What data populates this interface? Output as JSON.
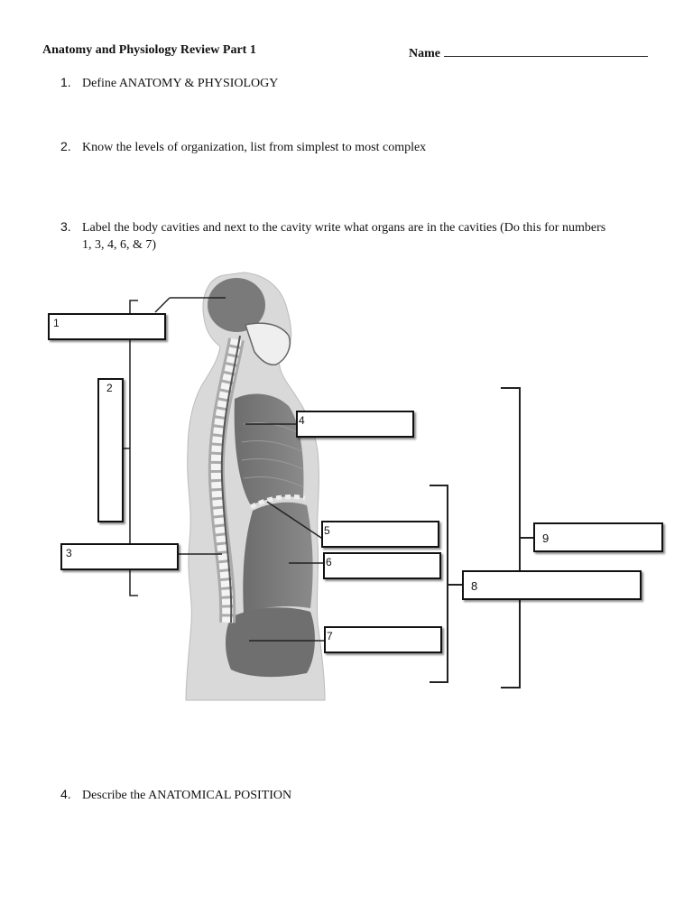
{
  "header": {
    "title": "Anatomy and Physiology Review Part 1",
    "name_label": "Name"
  },
  "questions": [
    {
      "number": "1.",
      "text": "Define ANATOMY & PHYSIOLOGY"
    },
    {
      "number": "2.",
      "text": "Know the levels of organization, list from simplest to most complex"
    },
    {
      "number": "3.",
      "text": "Label the body cavities and next to the cavity write what organs are in the cavities (Do this for numbers",
      "text_cont": "1, 3, 4, 6, & 7)"
    },
    {
      "number": "4.",
      "text": "Describe the ANATOMICAL POSITION"
    }
  ],
  "labels": {
    "l1": "1",
    "l2": "2",
    "l3": "3",
    "l4": "4",
    "l5": "5",
    "l6": "6",
    "l7": "7",
    "l8": "8",
    "l9": "9"
  }
}
